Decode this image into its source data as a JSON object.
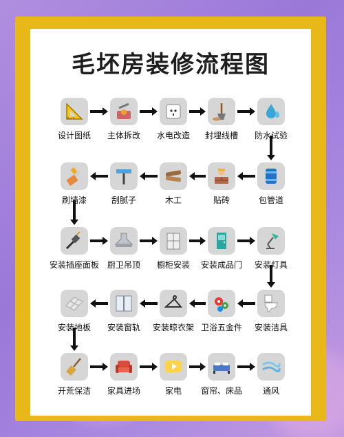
{
  "title": "毛坯房装修流程图",
  "steps": [
    {
      "label": "设计图纸",
      "icon": "ruler-triangle-icon"
    },
    {
      "label": "主体拆改",
      "icon": "demolition-icon"
    },
    {
      "label": "水电改造",
      "icon": "power-outlet-icon"
    },
    {
      "label": "封埋线槽",
      "icon": "shovel-icon"
    },
    {
      "label": "防水试验",
      "icon": "water-drops-icon"
    },
    {
      "label": "包管道",
      "icon": "pipe-icon"
    },
    {
      "label": "贴砖",
      "icon": "brick-worker-icon"
    },
    {
      "label": "木工",
      "icon": "wood-planks-icon"
    },
    {
      "label": "刮腻子",
      "icon": "squeegee-icon"
    },
    {
      "label": "刷墙漆",
      "icon": "paint-brush-icon"
    },
    {
      "label": "安装插座面板",
      "icon": "plug-cable-icon"
    },
    {
      "label": "厨卫吊顶",
      "icon": "range-hood-icon"
    },
    {
      "label": "橱柜安装",
      "icon": "cabinet-icon"
    },
    {
      "label": "安装成品门",
      "icon": "door-icon"
    },
    {
      "label": "安装灯具",
      "icon": "desk-lamp-icon"
    },
    {
      "label": "安装洁具",
      "icon": "toilet-icon"
    },
    {
      "label": "卫浴五金件",
      "icon": "gears-icon"
    },
    {
      "label": "安装晾衣架",
      "icon": "hanger-icon"
    },
    {
      "label": "安装窗轨",
      "icon": "window-icon"
    },
    {
      "label": "安装地板",
      "icon": "floor-tiles-icon"
    },
    {
      "label": "开荒保洁",
      "icon": "broom-icon"
    },
    {
      "label": "家具进场",
      "icon": "armchair-icon"
    },
    {
      "label": "家电",
      "icon": "tv-icon"
    },
    {
      "label": "窗帘、床品",
      "icon": "sofa-bed-icon"
    },
    {
      "label": "通风",
      "icon": "air-flow-icon"
    }
  ],
  "colors": {
    "frame": "#e7b817",
    "card": "#ffffff",
    "icon_bg": "#d6d6d6",
    "arrow": "#111111"
  }
}
